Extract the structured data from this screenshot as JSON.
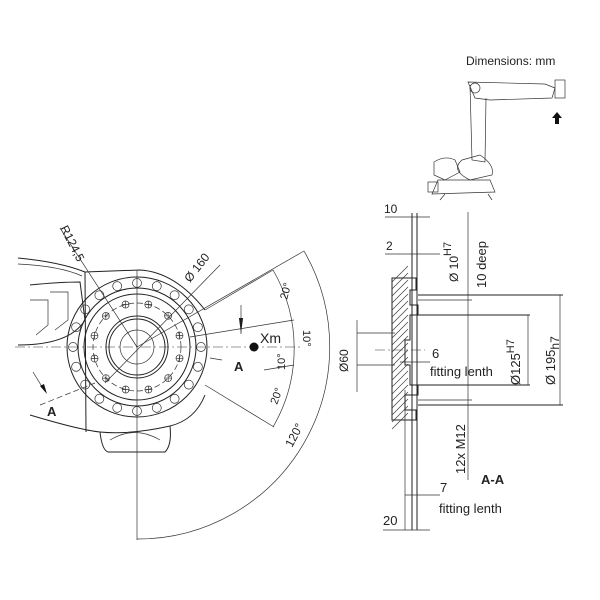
{
  "header": {
    "units_label": "Dimensions: mm"
  },
  "flange_view": {
    "radius_label": "R124,5",
    "diameter_label": "Ø 160",
    "angle_labels": [
      "20°",
      "10°",
      "10°",
      "20°",
      "120°"
    ],
    "axis_label": "Xm",
    "section_marker": "A",
    "section_marker_2": "A"
  },
  "section_view": {
    "title": "A-A",
    "dims": {
      "d10": "10",
      "d2": "2",
      "pin_hole": "Ø 10",
      "pin_tol": "H7",
      "deep": "10 deep",
      "d60": "Ø60",
      "d6": "6",
      "fitting1": "fitting lenth",
      "d125": "Ø125",
      "d125_tol": "H7",
      "d195": "Ø 195",
      "d195_tol": "h7",
      "threads": "12x M12",
      "d7": "7",
      "fitting2": "fitting lenth",
      "d20": "20"
    }
  }
}
